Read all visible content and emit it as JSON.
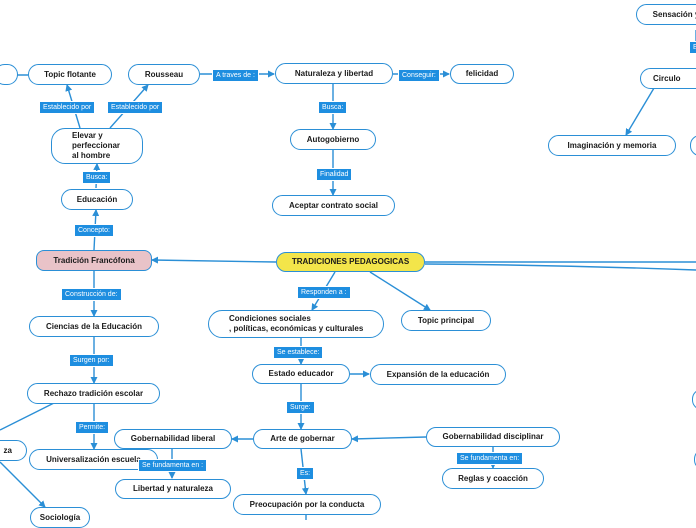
{
  "root": "TRADICIONES PEDAGOGICAS",
  "nodes": {
    "sensacion": "Sensación y",
    "topic_flotante": "Topic flotante",
    "rousseau": "Rousseau",
    "naturaleza_libertad": "Naturaleza y libertad",
    "felicidad": "felicidad",
    "circulo": "Circulo",
    "imaginacion": "Imaginación y memoria",
    "elevar": "Elevar y\nperfeccionar\nal hombre",
    "autogobierno": "Autogobierno",
    "educacion": "Educación",
    "contrato": "Aceptar contrato social",
    "francofona": "Tradición Francófona",
    "ciencias": "Ciencias de la Educación",
    "condiciones": "Condiciones sociales\n, políticas, económicas y culturales",
    "topic_principal": "Topic principal",
    "estado_educador": "Estado educador",
    "expansion": "Expansión de la educación",
    "rechazo": "Rechazo tradición escolar",
    "gob_liberal": "Gobernabilidad liberal",
    "arte_gobernar": "Arte de gobernar",
    "gob_disciplinar": "Gobernabilidad disciplinar",
    "universalizacion": "Universalización escuela",
    "za": "za",
    "libertad_naturaleza": "Libertad y naturaleza",
    "reglas": "Reglas y coacción",
    "preocupacion": "Preocupación por la conducta",
    "sociologia": "Sociología"
  },
  "labels": {
    "establecido1": "Establecido por",
    "establecido2": "Establecido por",
    "a_traves": "A traves de :",
    "conseguir": "Conseguir:",
    "busca1": "Busca:",
    "busca2": "Busca:",
    "finalidad": "Finalidad",
    "concepto": "Concepto:",
    "construccion": "Construcción de:",
    "responden": "Responden a :",
    "surgen": "Surgen por:",
    "se_establece": "Se establece:",
    "surge": "Surge:",
    "permite": "Permite:",
    "fundamenta1": "Se fundamenta en :",
    "fundamenta2": "Se fundamenta en:",
    "es": "Es:",
    "e": "E"
  },
  "colors": {
    "line": "#2b8fd6",
    "label_bg": "#1e8ee0",
    "root_fill": "#f3e54a",
    "franco_fill": "#e9c3c8"
  }
}
